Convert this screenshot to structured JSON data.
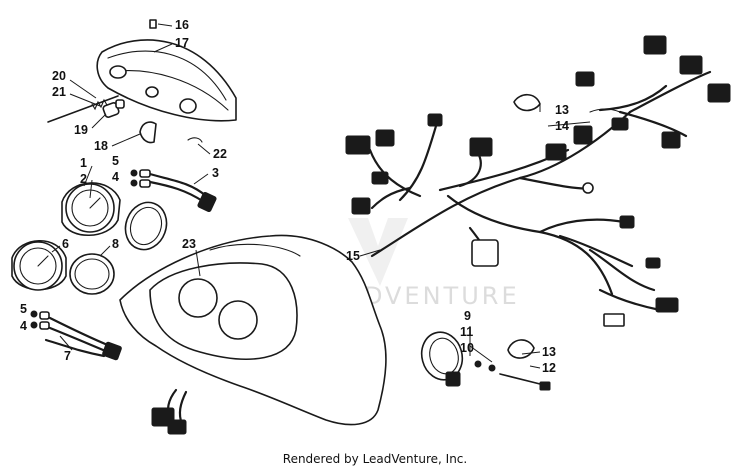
{
  "watermark": "LEADVENTURE",
  "footer": "Rendered by LeadVenture, Inc.",
  "callouts": {
    "c1": "1",
    "c2": "2",
    "c3": "3",
    "c4a": "4",
    "c4b": "4",
    "c5a": "5",
    "c5b": "5",
    "c6": "6",
    "c7": "7",
    "c8": "8",
    "c9": "9",
    "c10": "10",
    "c11": "11",
    "c12": "12",
    "c13a": "13",
    "c13b": "13",
    "c14": "14",
    "c15": "15",
    "c16": "16",
    "c17": "17",
    "c18": "18",
    "c19": "19",
    "c20": "20",
    "c21": "21",
    "c22": "22",
    "c23": "23"
  }
}
